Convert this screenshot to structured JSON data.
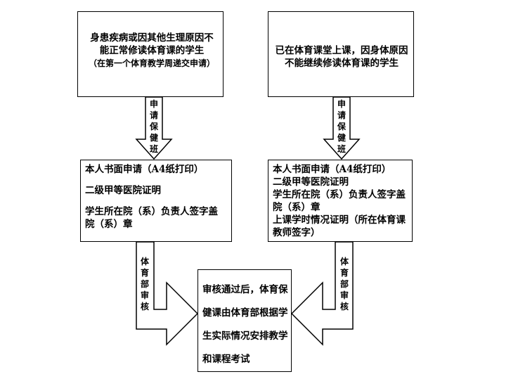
{
  "top_left": {
    "line1": "身患疾病或因其他生理原因不",
    "line2": "能正常修读体育课的学生",
    "note": "（在第一个体育教学周递交申请）"
  },
  "top_right": {
    "line1": "已在体育课堂上课，因身体原因",
    "line2": "不能继续修读体育课的学生"
  },
  "arrow_apply": [
    "申",
    "请",
    "保",
    "健",
    "班"
  ],
  "mid_left": {
    "line1": "本人书面申请（A4纸打印）",
    "line2": "二级甲等医院证明",
    "line3": "学生所在院（系）负责人签字盖",
    "line4": "院（系）章"
  },
  "mid_right": {
    "line1": "本人书面申请（A4纸打印）",
    "line2": "二级甲等医院证明",
    "line3": "学生所在院（系）负责人签字盖",
    "line4": "院（系）章",
    "line5": "上课学时情况证明（所在体育课",
    "line6": "教师签字）"
  },
  "arrow_review": [
    "体",
    "育",
    "部",
    "审",
    "核"
  ],
  "bottom": {
    "line1": "审核通过后，体育保",
    "line2": "健课由体育部根据学",
    "line3": "生实际情况安排教学",
    "line4": "和课程考试"
  }
}
